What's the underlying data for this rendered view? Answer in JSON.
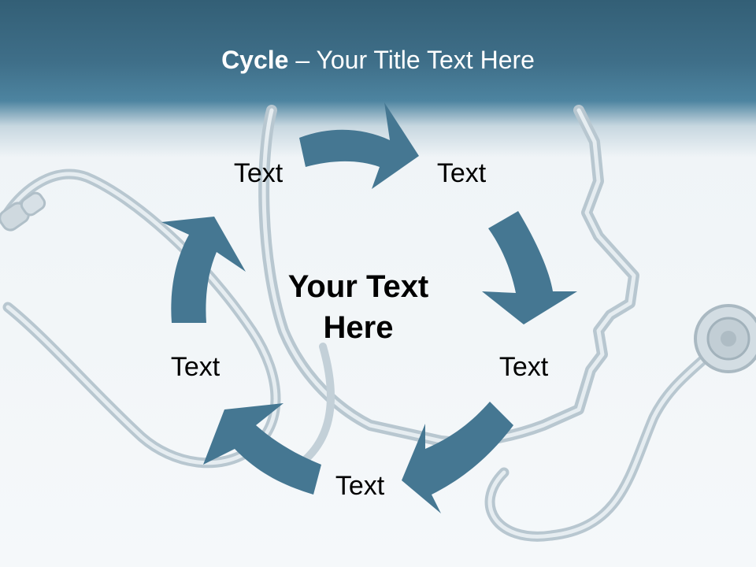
{
  "slide": {
    "title_bold": "Cycle",
    "title_rest": " – Your Title Text Here",
    "center_text": "Your Text Here",
    "labels": [
      "Text",
      "Text",
      "Text",
      "Text",
      "Text"
    ]
  },
  "colors": {
    "arrow": "#457792",
    "header": "#3f6f89",
    "background": "#eef3f6"
  },
  "icons": [
    "stethoscope-outline",
    "head-profile-outline"
  ]
}
